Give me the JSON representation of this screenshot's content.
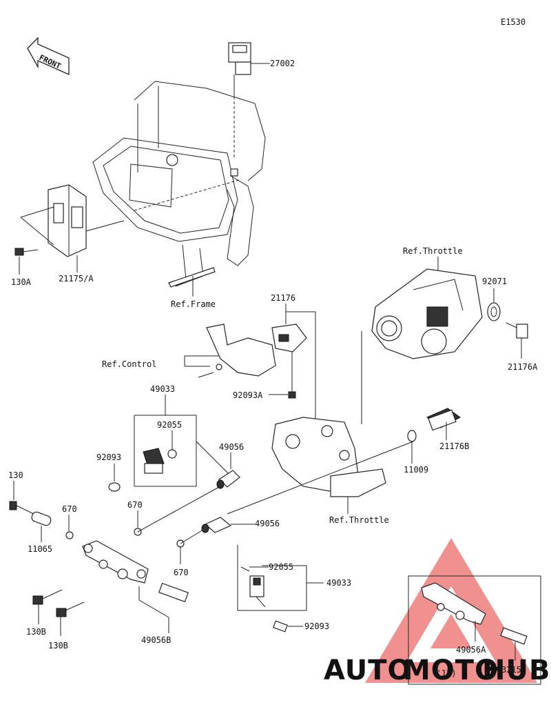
{
  "diagram_code": "E1530",
  "front_label": "FRONT",
  "watermark": {
    "text_left": "AUTO",
    "text_mid": "MOTO",
    "text_right": "HUB",
    "orange": "#f6b26b",
    "grey": "#555555",
    "red": "#e53935"
  },
  "labels": {
    "p27002": "27002",
    "p130A": "130A",
    "p21175A": "21175/A",
    "ref_frame": "Ref.Frame",
    "ref_throttle_top": "Ref.Throttle",
    "p92071": "92071",
    "p21176A": "21176A",
    "p21176": "21176",
    "ref_control": "Ref.Control",
    "p92093A": "92093A",
    "p49033_top": "49033",
    "p92055_top": "92055",
    "p92093_top": "92093",
    "p49056_top": "49056",
    "p21176B": "21176B",
    "p11009": "11009",
    "p130": "130",
    "p670_a": "670",
    "p670_b": "670",
    "p11065": "11065",
    "ref_throttle_bottom": "Ref.Throttle",
    "p49056_mid": "49056",
    "p670_c": "670",
    "p92055_bottom": "92055",
    "p49033_bottom": "49033",
    "p130B_a": "130B",
    "p130B_b": "130B",
    "p49056B": "49056B",
    "p92093_bottom": "92093",
    "p49056A": "49056A",
    "p32154": "32154",
    "inset_note": "( -'15)"
  }
}
